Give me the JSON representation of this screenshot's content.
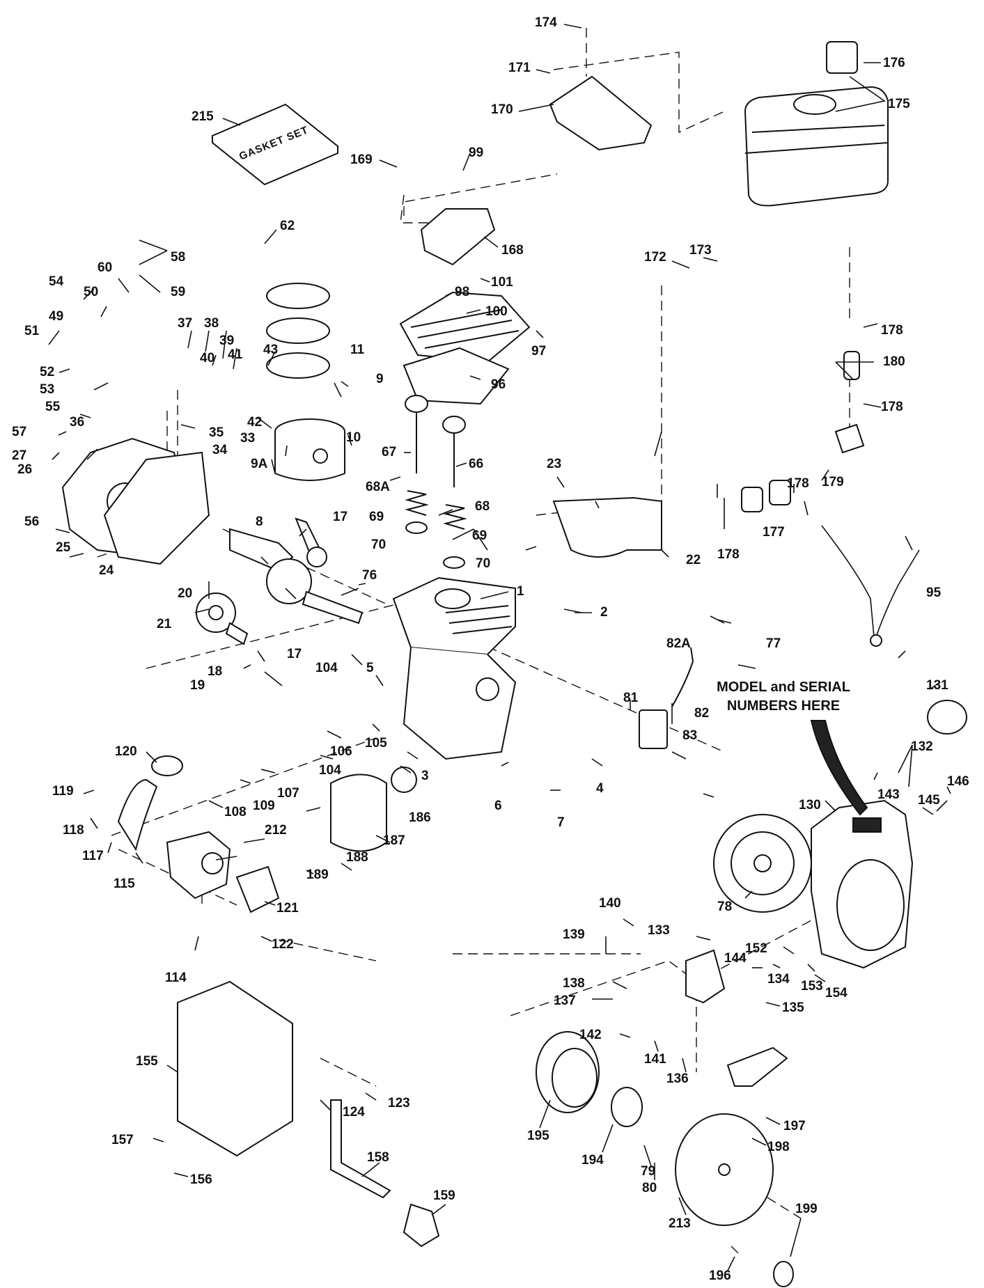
{
  "callout": {
    "line1": "MODEL and SERIAL",
    "line2": "NUMBERS HERE"
  },
  "gasket_set_box_text": "GASKET SET",
  "parts": [
    {
      "id": "p174",
      "label": "174"
    },
    {
      "id": "p171",
      "label": "171"
    },
    {
      "id": "p170",
      "label": "170"
    },
    {
      "id": "p176",
      "label": "176"
    },
    {
      "id": "p175",
      "label": "175"
    },
    {
      "id": "p215",
      "label": "215"
    },
    {
      "id": "p169",
      "label": "169"
    },
    {
      "id": "p99",
      "label": "99"
    },
    {
      "id": "p62",
      "label": "62"
    },
    {
      "id": "p58",
      "label": "58"
    },
    {
      "id": "p168",
      "label": "168"
    },
    {
      "id": "p173",
      "label": "173"
    },
    {
      "id": "p172",
      "label": "172"
    },
    {
      "id": "p60",
      "label": "60"
    },
    {
      "id": "p59",
      "label": "59"
    },
    {
      "id": "p101",
      "label": "101"
    },
    {
      "id": "p54",
      "label": "54"
    },
    {
      "id": "p50",
      "label": "50"
    },
    {
      "id": "p98",
      "label": "98"
    },
    {
      "id": "p100",
      "label": "100"
    },
    {
      "id": "p178a",
      "label": "178"
    },
    {
      "id": "p49",
      "label": "49"
    },
    {
      "id": "p37",
      "label": "37"
    },
    {
      "id": "p38",
      "label": "38"
    },
    {
      "id": "p51",
      "label": "51"
    },
    {
      "id": "p39",
      "label": "39"
    },
    {
      "id": "p11",
      "label": "11"
    },
    {
      "id": "p97",
      "label": "97"
    },
    {
      "id": "p180",
      "label": "180"
    },
    {
      "id": "p40",
      "label": "40"
    },
    {
      "id": "p41",
      "label": "41"
    },
    {
      "id": "p43",
      "label": "43"
    },
    {
      "id": "p52",
      "label": "52"
    },
    {
      "id": "p9",
      "label": "9"
    },
    {
      "id": "p96",
      "label": "96"
    },
    {
      "id": "p53",
      "label": "53"
    },
    {
      "id": "p178b",
      "label": "178"
    },
    {
      "id": "p55",
      "label": "55"
    },
    {
      "id": "p42",
      "label": "42"
    },
    {
      "id": "p36",
      "label": "36"
    },
    {
      "id": "p57",
      "label": "57"
    },
    {
      "id": "p35",
      "label": "35"
    },
    {
      "id": "p33",
      "label": "33"
    },
    {
      "id": "p10",
      "label": "10"
    },
    {
      "id": "p27",
      "label": "27"
    },
    {
      "id": "p34",
      "label": "34"
    },
    {
      "id": "p67",
      "label": "67"
    },
    {
      "id": "p66",
      "label": "66"
    },
    {
      "id": "p26",
      "label": "26"
    },
    {
      "id": "p9A",
      "label": "9A"
    },
    {
      "id": "p23",
      "label": "23"
    },
    {
      "id": "p179",
      "label": "179"
    },
    {
      "id": "p68A",
      "label": "68A"
    },
    {
      "id": "p178c",
      "label": "178"
    },
    {
      "id": "p68",
      "label": "68"
    },
    {
      "id": "p69a",
      "label": "69"
    },
    {
      "id": "p177",
      "label": "177"
    },
    {
      "id": "p56",
      "label": "56"
    },
    {
      "id": "p17a",
      "label": "17"
    },
    {
      "id": "p69b",
      "label": "69"
    },
    {
      "id": "p8",
      "label": "8"
    },
    {
      "id": "p70a",
      "label": "70"
    },
    {
      "id": "p178d",
      "label": "178"
    },
    {
      "id": "p25",
      "label": "25"
    },
    {
      "id": "p22",
      "label": "22"
    },
    {
      "id": "p70b",
      "label": "70"
    },
    {
      "id": "p24",
      "label": "24"
    },
    {
      "id": "p76",
      "label": "76"
    },
    {
      "id": "p95",
      "label": "95"
    },
    {
      "id": "p20",
      "label": "20"
    },
    {
      "id": "p1",
      "label": "1"
    },
    {
      "id": "p2",
      "label": "2"
    },
    {
      "id": "p21",
      "label": "21"
    },
    {
      "id": "p77",
      "label": "77"
    },
    {
      "id": "p82A",
      "label": "82A"
    },
    {
      "id": "p17b",
      "label": "17"
    },
    {
      "id": "p18",
      "label": "18"
    },
    {
      "id": "p104a",
      "label": "104"
    },
    {
      "id": "p5",
      "label": "5"
    },
    {
      "id": "p19",
      "label": "19"
    },
    {
      "id": "p131",
      "label": "131"
    },
    {
      "id": "p81",
      "label": "81"
    },
    {
      "id": "p82",
      "label": "82"
    },
    {
      "id": "p83",
      "label": "83"
    },
    {
      "id": "p120",
      "label": "120"
    },
    {
      "id": "p106",
      "label": "106"
    },
    {
      "id": "p105",
      "label": "105"
    },
    {
      "id": "p132",
      "label": "132"
    },
    {
      "id": "p104b",
      "label": "104"
    },
    {
      "id": "p3",
      "label": "3"
    },
    {
      "id": "p146",
      "label": "146"
    },
    {
      "id": "p119",
      "label": "119"
    },
    {
      "id": "p107",
      "label": "107"
    },
    {
      "id": "p109",
      "label": "109"
    },
    {
      "id": "p6",
      "label": "6"
    },
    {
      "id": "p4",
      "label": "4"
    },
    {
      "id": "p143",
      "label": "143"
    },
    {
      "id": "p145",
      "label": "145"
    },
    {
      "id": "p186",
      "label": "186"
    },
    {
      "id": "p7",
      "label": "7"
    },
    {
      "id": "p130",
      "label": "130"
    },
    {
      "id": "p108",
      "label": "108"
    },
    {
      "id": "p118",
      "label": "118"
    },
    {
      "id": "p212",
      "label": "212"
    },
    {
      "id": "p187",
      "label": "187"
    },
    {
      "id": "p117",
      "label": "117"
    },
    {
      "id": "p115",
      "label": "115"
    },
    {
      "id": "p188",
      "label": "188"
    },
    {
      "id": "p189",
      "label": "189"
    },
    {
      "id": "p78",
      "label": "78"
    },
    {
      "id": "p121",
      "label": "121"
    },
    {
      "id": "p140",
      "label": "140"
    },
    {
      "id": "p139",
      "label": "139"
    },
    {
      "id": "p133",
      "label": "133"
    },
    {
      "id": "p122",
      "label": "122"
    },
    {
      "id": "p152",
      "label": "152"
    },
    {
      "id": "p144",
      "label": "144"
    },
    {
      "id": "p114",
      "label": "114"
    },
    {
      "id": "p134",
      "label": "134"
    },
    {
      "id": "p153",
      "label": "153"
    },
    {
      "id": "p154",
      "label": "154"
    },
    {
      "id": "p138",
      "label": "138"
    },
    {
      "id": "p137",
      "label": "137"
    },
    {
      "id": "p135",
      "label": "135"
    },
    {
      "id": "p142",
      "label": "142"
    },
    {
      "id": "p141",
      "label": "141"
    },
    {
      "id": "p136",
      "label": "136"
    },
    {
      "id": "p155",
      "label": "155"
    },
    {
      "id": "p123",
      "label": "123"
    },
    {
      "id": "p124",
      "label": "124"
    },
    {
      "id": "p197",
      "label": "197"
    },
    {
      "id": "p157",
      "label": "157"
    },
    {
      "id": "p198",
      "label": "198"
    },
    {
      "id": "p195",
      "label": "195"
    },
    {
      "id": "p158",
      "label": "158"
    },
    {
      "id": "p156",
      "label": "156"
    },
    {
      "id": "p194",
      "label": "194"
    },
    {
      "id": "p79",
      "label": "79"
    },
    {
      "id": "p199",
      "label": "199"
    },
    {
      "id": "p159",
      "label": "159"
    },
    {
      "id": "p80",
      "label": "80"
    },
    {
      "id": "p213",
      "label": "213"
    },
    {
      "id": "p196",
      "label": "196"
    }
  ]
}
